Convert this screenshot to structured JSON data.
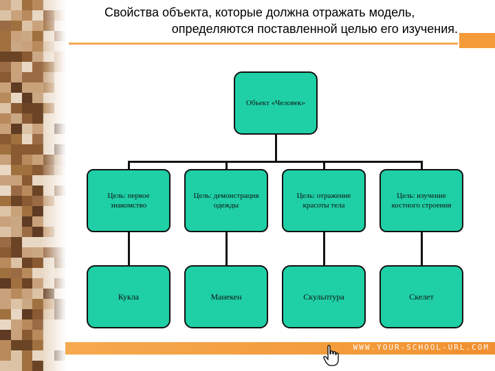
{
  "title": {
    "line1": "Свойства объекта, которые должна отражать модель,",
    "line2": "определяются поставленной целью его изучения."
  },
  "diagram": {
    "root": "Объект «Человек»",
    "goals": [
      "Цель: первое знакомство",
      "Цель: демонстрация одежды",
      "Цель: отражение красоты тела",
      "Цель: изучение костного строения"
    ],
    "models": [
      "Кукла",
      "Манекен",
      "Скульптура",
      "Скелет"
    ]
  },
  "footer": {
    "url": "WWW.YOUR-SCHOOL-URL.COM"
  },
  "colors": {
    "box_fill": "#1fcfa6",
    "accent": "#f39a3a"
  },
  "icons": {
    "cursor": "hand-pointer-icon"
  }
}
